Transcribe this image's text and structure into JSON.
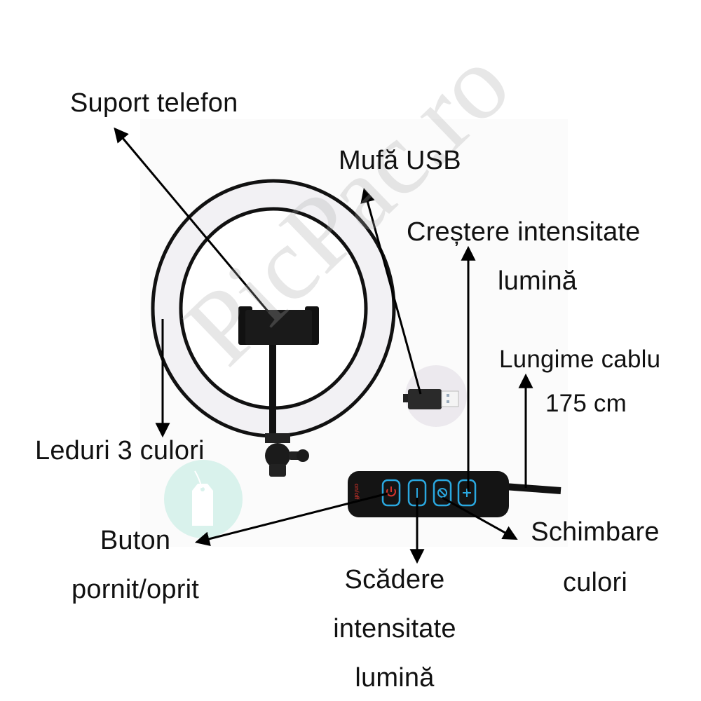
{
  "labels": {
    "phone_holder": "Suport telefon",
    "usb_plug": "Mufă USB",
    "increase_brightness": [
      "Creștere intensitate",
      "lumină"
    ],
    "cable_length": [
      "Lungime cablu",
      "175 cm"
    ],
    "leds": "Leduri 3 culori",
    "power_button": [
      "Buton",
      "pornit/oprit"
    ],
    "decrease_brightness": [
      "Scădere",
      "intensitate",
      "lumină"
    ],
    "change_colors": [
      "Schimbare",
      "culori"
    ]
  },
  "controller": {
    "side_text": "on/off",
    "buttons": [
      "power",
      "minus",
      "color-cycle",
      "plus"
    ]
  },
  "watermark": "PicPac.ro",
  "colors": {
    "button_outline": "#2aa8e0",
    "power_glyph": "#d8342c",
    "label_text": "#111111",
    "ring_light": "#f2f1f4",
    "logo_circle": "#d9f2ec"
  }
}
